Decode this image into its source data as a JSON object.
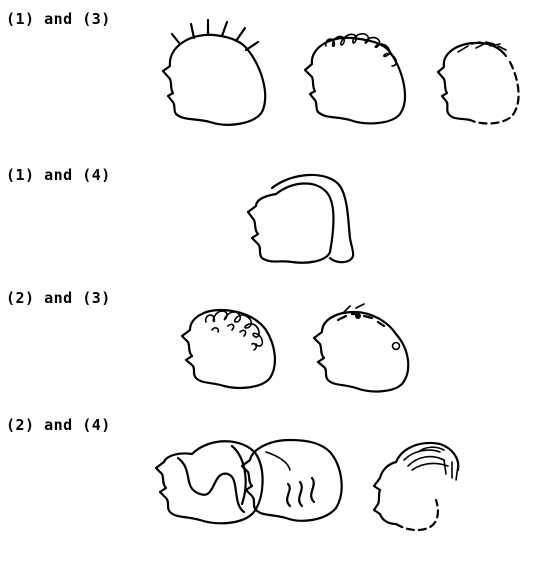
{
  "groups": [
    {
      "label": "(1) and (3)"
    },
    {
      "label": "(1) and (4)"
    },
    {
      "label": "(2) and (3)"
    },
    {
      "label": "(2) and (4)"
    }
  ],
  "colors": {
    "ink": "#000000",
    "background": "#ffffff"
  },
  "figures": [
    "head-spiky-straight-hair",
    "head-curly-coiled-hair",
    "head-dashed-short-hair",
    "head-long-hair-cap",
    "head-kinky-hair",
    "head-short-dashed-hair",
    "head-wavy-hair-cap",
    "head-wavy-strands",
    "head-combed-hair"
  ]
}
